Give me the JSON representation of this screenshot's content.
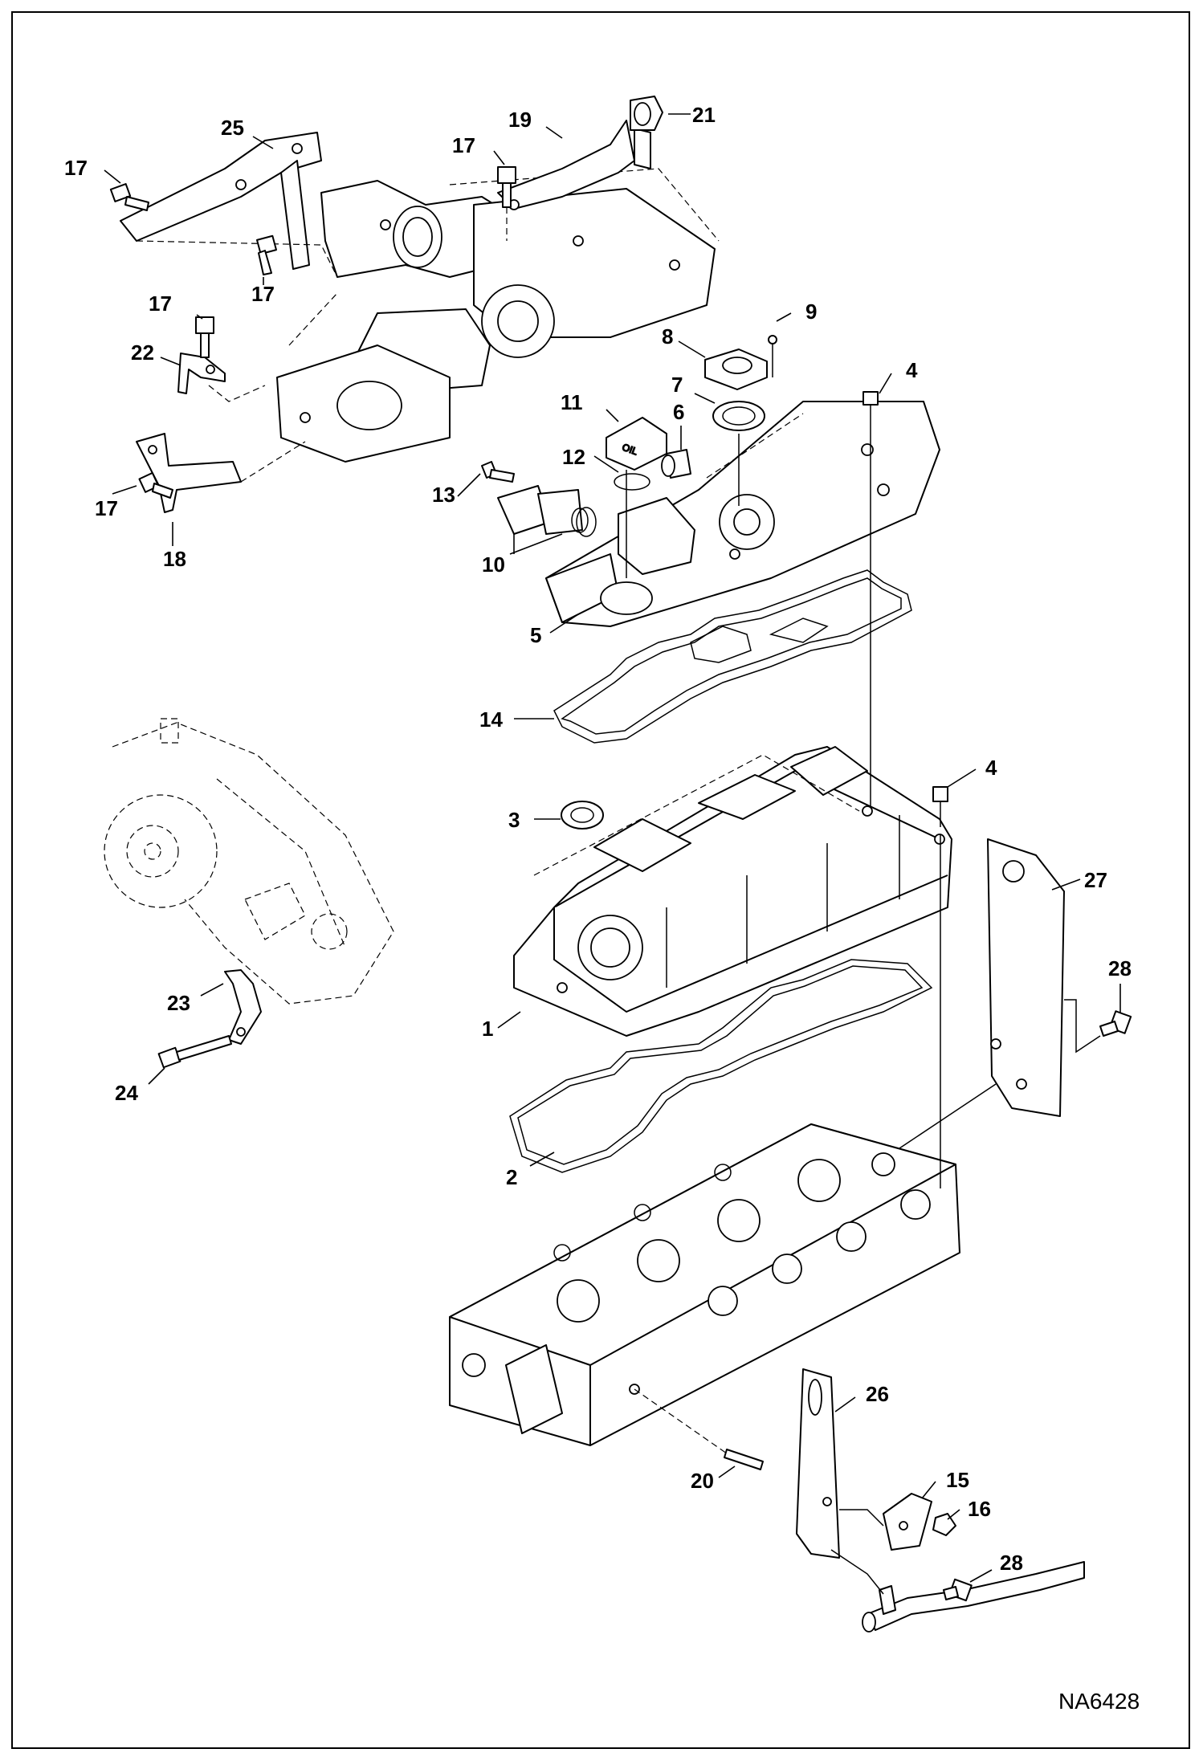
{
  "diagram_id": "NA6428",
  "callouts": {
    "c1": "1",
    "c2": "2",
    "c3": "3",
    "c4a": "4",
    "c4b": "4",
    "c5": "5",
    "c6": "6",
    "c7": "7",
    "c8": "8",
    "c9": "9",
    "c10": "10",
    "c11": "11",
    "c12": "12",
    "c13": "13",
    "c14": "14",
    "c15": "15",
    "c16": "16",
    "c17a": "17",
    "c17b": "17",
    "c17c": "17",
    "c17d": "17",
    "c17e": "17",
    "c18": "18",
    "c19": "19",
    "c20": "20",
    "c21": "21",
    "c22": "22",
    "c23": "23",
    "c24": "24",
    "c25": "25",
    "c26": "26",
    "c27": "27",
    "c28a": "28",
    "c28b": "28"
  },
  "parts_icons": [
    "rocker-cover-icon",
    "rocker-cover-gasket-icon",
    "oil-seal-icon",
    "bolt-icon",
    "breather-housing-icon",
    "breather-valve-icon",
    "filter-element-icon",
    "cap-icon",
    "screw-icon",
    "sensor-icon",
    "oil-filler-cap-icon",
    "o-ring-icon",
    "cover-gasket-icon",
    "bracket-icon",
    "nut-icon",
    "stud-icon",
    "lifting-eye-icon",
    "cylinder-head-icon",
    "water-pump-icon",
    "pipe-icon"
  ]
}
